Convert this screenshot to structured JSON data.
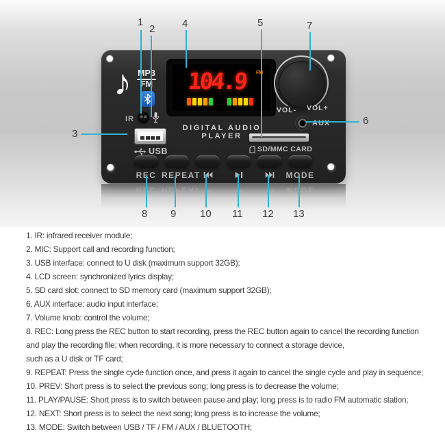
{
  "board": {
    "brand": {
      "mp3": "MP3",
      "fm": "FM"
    },
    "ir_label": "IR",
    "panel_title": "DIGITAL AUDIO PLAYER",
    "usb_label": "USB",
    "sd_label": "SD/MMC CARD",
    "aux_label": "AUX",
    "vol_minus": "VOL-",
    "vol_plus": "VOL+",
    "display": {
      "frequency": "104.9",
      "band": "FM",
      "digit_color": "#ff2418",
      "bar_colors_left": [
        "#ff5a10",
        "#ffd400",
        "#ffd400",
        "#ff9a00",
        "#2ecc40"
      ],
      "bar_colors_right": [
        "#2ecc40",
        "#ff9a00",
        "#ffd400",
        "#ffd400",
        "#ff3010"
      ]
    },
    "buttons": [
      {
        "label": "REC"
      },
      {
        "label": "REPEAT"
      },
      {
        "icon": "previous"
      },
      {
        "icon": "play-pause"
      },
      {
        "icon": "next"
      },
      {
        "label": "MODE"
      }
    ]
  },
  "callouts": {
    "line_color": "#2fb3d4",
    "c1": "1",
    "c2": "2",
    "c3": "3",
    "c4": "4",
    "c5": "5",
    "c6": "6",
    "c7": "7",
    "c8": "8",
    "c9": "9",
    "c10": "10",
    "c11": "11",
    "c12": "12",
    "c13": "13"
  },
  "description": {
    "lines": [
      "1. IR: infrared receiver module;",
      "2. MIC: Support call and recording function;",
      "3. USB interface: connect to U disk (maximum support 32GB);",
      "4. LCD screen: synchronized lyrics display;",
      "5. SD card slot: connect to SD memory card (maximum support 32GB);",
      "6. AUX interface: audio input interface;",
      "7. Volume knob: control the volume;",
      "8. REC: Long press the REC button to start recording, press the REC button again to cancel the recording function",
      "and play the recording file; when recording, it is more necessary to connect a storage device,",
      "such as a U disk or TF card;",
      "9. REPEAT: Press the single cycle function once, and press it again to cancel the single cycle and play in sequence;",
      "10. PREV: Short press is to select the previous song; long press is to decrease the volume;",
      "11. PLAY/PAUSE: Short press is to switch between pause and play; long press is to radio FM automatic station;",
      "12. NEXT: Short press is to select the next song; long press is to increase the volume;",
      "13. MODE: Switch between USB / TF / FM / AUX / BLUETOOTH;"
    ]
  }
}
